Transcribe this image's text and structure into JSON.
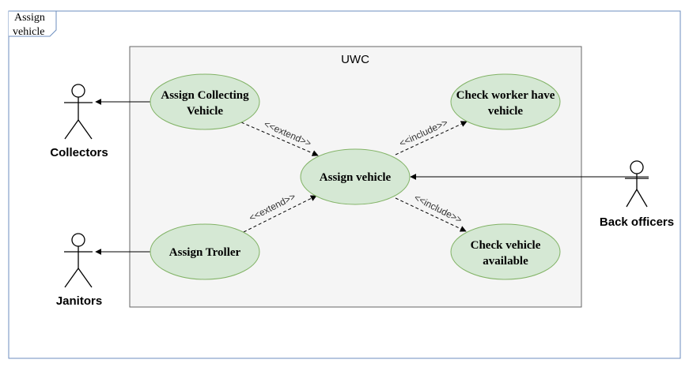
{
  "frame": {
    "label_line1": "Assign",
    "label_line2": "vehicle"
  },
  "system": {
    "name": "UWC"
  },
  "actors": {
    "collectors": "Collectors",
    "janitors": "Janitors",
    "back_officers": "Back officers"
  },
  "usecases": {
    "assign_collecting_line1": "Assign Collecting",
    "assign_collecting_line2": "Vehicle",
    "assign_troller": "Assign Troller",
    "assign_vehicle": "Assign vehicle",
    "check_worker_line1": "Check worker have",
    "check_worker_line2": "vehicle",
    "check_available_line1": "Check vehicle",
    "check_available_line2": "available"
  },
  "relations": {
    "extend_top": "<<extend>>",
    "extend_bottom": "<<extend>>",
    "include_top": "<<include>>",
    "include_bottom": "<<include>>"
  },
  "colors": {
    "usecase_fill": "#d5e8d4",
    "usecase_stroke": "#82b366",
    "system_fill": "#f5f5f5",
    "frame_stroke": "#6c8ebf"
  }
}
